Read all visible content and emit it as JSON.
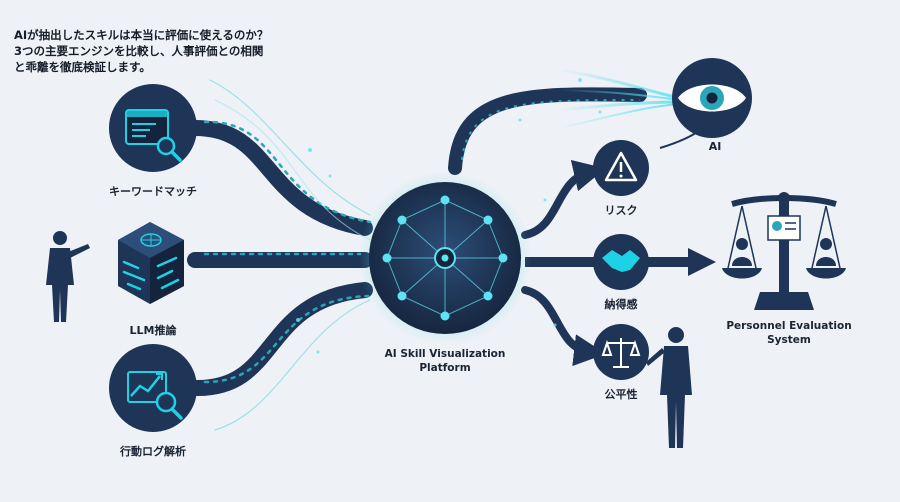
{
  "headline": {
    "line1": "AIが抽出したスキルは本当に評価に使えるのか？",
    "line2": "3つの主要エンジンを比較し、人事評価との相関",
    "line3": "と乖離を徹底検証します。"
  },
  "inputs": {
    "keyword": "キーワードマッチ",
    "llm": "LLM推論",
    "log": "行動ログ解析"
  },
  "platform": {
    "line1": "AI Skill Visualization",
    "line2": "Platform"
  },
  "outputs": {
    "ai": "AI",
    "risk": "リスク",
    "satisfaction": "納得感",
    "fairness": "公平性"
  },
  "system": {
    "line1": "Personnel Evaluation",
    "line2": "System"
  },
  "colors": {
    "background": "#eef1f5",
    "navy": "#1e3557",
    "dark_navy": "#15243d",
    "cyan": "#1ed2e6",
    "teal": "#2aa6b8"
  }
}
